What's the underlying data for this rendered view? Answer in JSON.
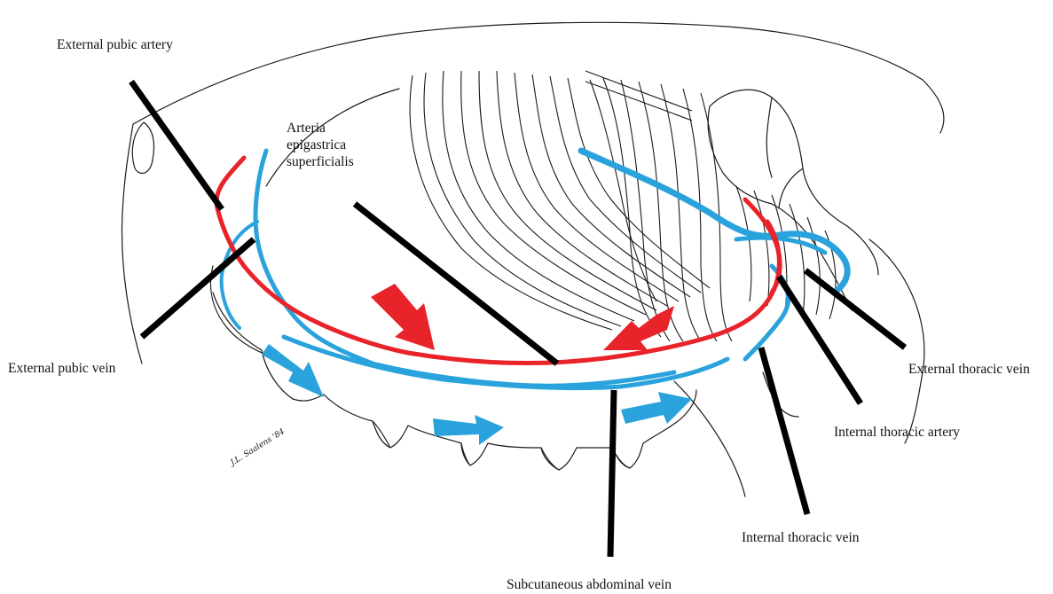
{
  "labels": {
    "external_pubic_artery": "External pubic artery",
    "arteria_epigastrica": "Arteria\nepigastrica\nsuperficialis",
    "external_pubic_vein": "External pubic vein",
    "external_thoracic_vein": "External thoracic vein",
    "internal_thoracic_artery": "Internal thoracic artery",
    "internal_thoracic_vein": "Internal thoracic vein",
    "subcutaneous_abdominal_vein": "Subcutaneous abdominal vein",
    "signature": "J.L. Saalens '84"
  },
  "colors": {
    "artery": "#e8232a",
    "vein": "#2aa3dc",
    "outline": "#1b1b1b",
    "leader": "#000000"
  }
}
